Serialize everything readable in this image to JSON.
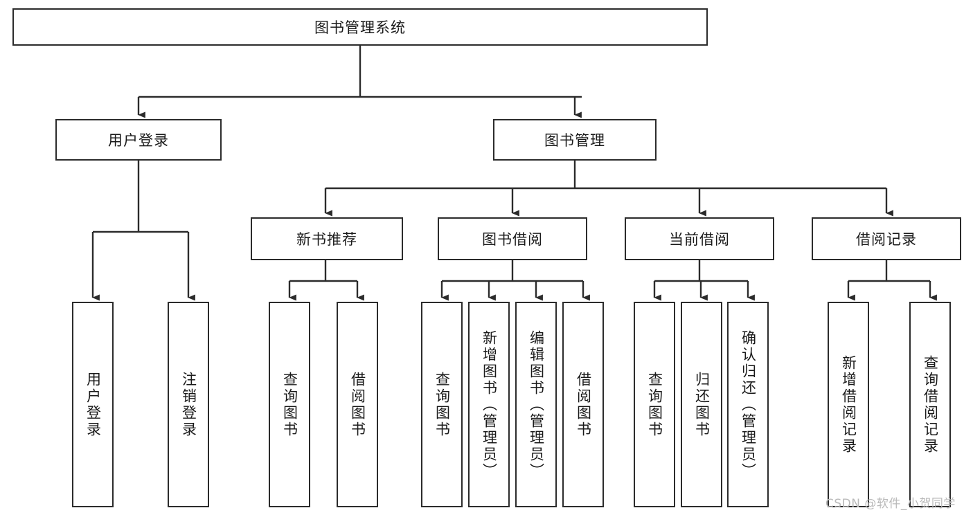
{
  "diagram": {
    "type": "tree",
    "title": "图书管理系统",
    "root": {
      "id": "root",
      "label": "图书管理系统"
    },
    "level2": [
      {
        "id": "user-login",
        "label": "用户登录"
      },
      {
        "id": "book-manage",
        "label": "图书管理"
      }
    ],
    "level3": [
      {
        "id": "new-book-recommend",
        "label": "新书推荐"
      },
      {
        "id": "book-borrow",
        "label": "图书借阅"
      },
      {
        "id": "current-borrow",
        "label": "当前借阅"
      },
      {
        "id": "borrow-record",
        "label": "借阅记录"
      }
    ],
    "leaves": [
      {
        "id": "leaf-user-login",
        "label": "用户登录",
        "parent": "user-login"
      },
      {
        "id": "leaf-logout-login",
        "label": "注销登录",
        "parent": "user-login"
      },
      {
        "id": "leaf-query-book-1",
        "label": "查询图书",
        "parent": "new-book-recommend"
      },
      {
        "id": "leaf-borrow-book-1",
        "label": "借阅图书",
        "parent": "new-book-recommend"
      },
      {
        "id": "leaf-query-book-2",
        "label": "查询图书",
        "parent": "book-borrow"
      },
      {
        "id": "leaf-add-book",
        "label": "新增图书（管理员）",
        "parent": "book-borrow"
      },
      {
        "id": "leaf-edit-book",
        "label": "编辑图书（管理员）",
        "parent": "book-borrow"
      },
      {
        "id": "leaf-borrow-book-2",
        "label": "借阅图书",
        "parent": "book-borrow"
      },
      {
        "id": "leaf-query-book-3",
        "label": "查询图书",
        "parent": "current-borrow"
      },
      {
        "id": "leaf-return-book",
        "label": "归还图书",
        "parent": "current-borrow"
      },
      {
        "id": "leaf-confirm-return",
        "label": "确认归还（管理员）",
        "parent": "current-borrow"
      },
      {
        "id": "leaf-add-record",
        "label": "新增借阅记录",
        "parent": "borrow-record"
      },
      {
        "id": "leaf-query-record",
        "label": "查询借阅记录",
        "parent": "borrow-record"
      }
    ],
    "colors": {
      "stroke": "#2b2b2b",
      "box_fill": "#ffffff",
      "text": "#1a1a1a",
      "background": "#ffffff",
      "watermark": "#b9b9b9"
    }
  },
  "watermark": {
    "text": "CSDN @软件_小贺同学"
  }
}
